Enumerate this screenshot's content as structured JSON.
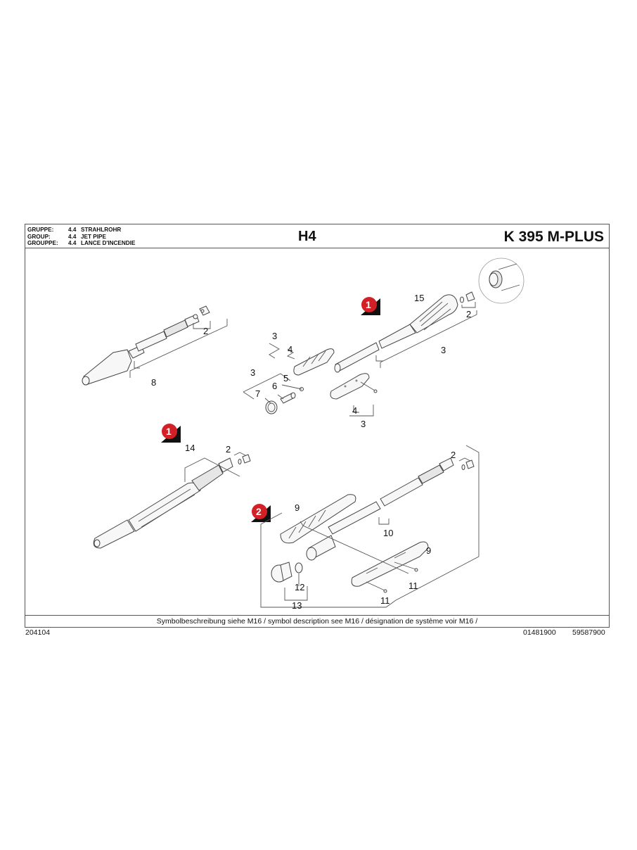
{
  "header": {
    "group_rows": [
      {
        "label": "GRUPPE:",
        "number": "4.4",
        "name": "STRAHLROHR"
      },
      {
        "label": "GROUP:",
        "number": "4.4",
        "name": "JET PIPE"
      },
      {
        "label": "GROUPPE:",
        "number": "4.4",
        "name": "LANCE D'INCENDIE"
      }
    ],
    "sheet_code": "H4",
    "model": "K 395 M-PLUS"
  },
  "diagram": {
    "badges": [
      {
        "number": "1",
        "color": "#d31f26"
      },
      {
        "number": "1",
        "color": "#d31f26"
      },
      {
        "number": "2",
        "color": "#d31f26"
      }
    ],
    "callouts": {
      "c15": "15",
      "c2a": "2",
      "c3a": "3",
      "c3b": "3",
      "c4a": "4",
      "c3c": "3",
      "c5": "5",
      "c6": "6",
      "c7": "7",
      "c4b": "4",
      "c3d": "3",
      "c2b": "2",
      "c8": "8",
      "c14": "14",
      "c2c": "2",
      "c2d": "2",
      "c9a": "9",
      "c10": "10",
      "c9b": "9",
      "c11a": "11",
      "c11b": "11",
      "c12": "12",
      "c13": "13"
    }
  },
  "footer": {
    "symbol_note": "Symbolbeschreibung siehe M16 / symbol description see M16 / désignation de système voir M16 /",
    "date_code": "204104",
    "doc_number": "01481900",
    "part_number": "59587900"
  }
}
